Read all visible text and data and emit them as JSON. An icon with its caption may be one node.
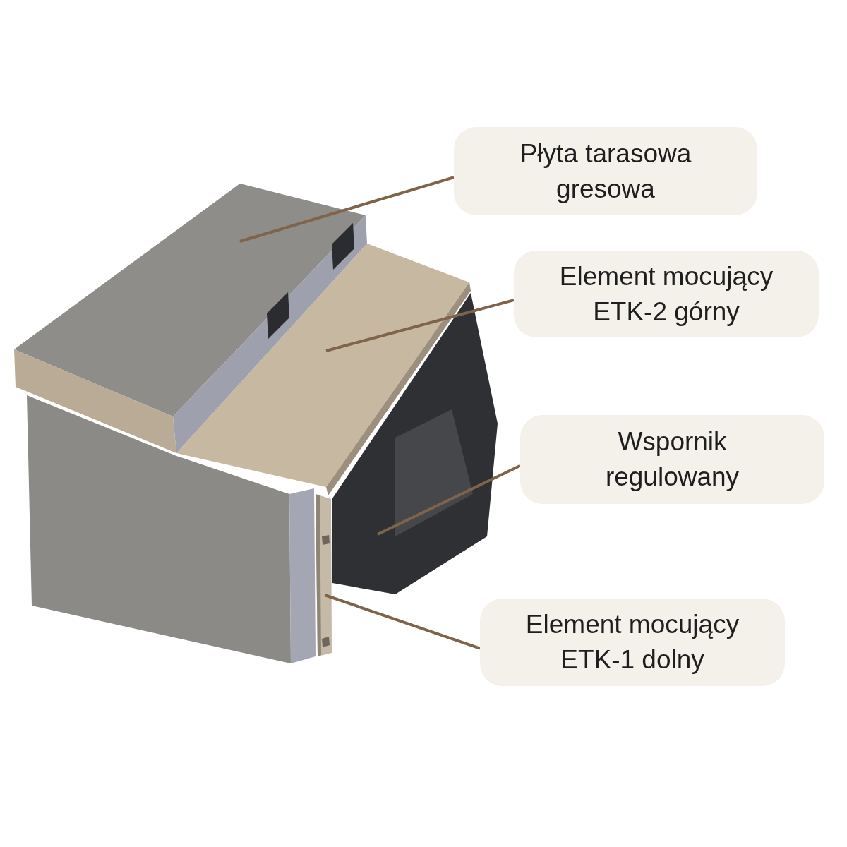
{
  "diagram": {
    "nodes": [
      {
        "text": [
          "Płyta tarasowa gresowa"
        ]
      },
      {
        "text": [
          "Element mocujący ETK-2 górny"
        ]
      },
      {
        "text": [
          "Wspornik regulowany"
        ]
      },
      {
        "text": [
          "Element mocujący ETK-1 dolny"
        ]
      },
      {
        "text": [],
        "shape": "picture"
      },
      {
        "text": [],
        "shape": "picture"
      },
      {
        "text": [],
        "shape": "picture"
      },
      {
        "text": [],
        "shape": "picture"
      }
    ],
    "edges": [
      {
        "from": 0,
        "to": 4,
        "arrow": "none"
      },
      {
        "from": 1,
        "to": 5,
        "arrow": "none"
      },
      {
        "from": 2,
        "to": 6,
        "arrow": "none"
      },
      {
        "from": 3,
        "to": 7,
        "arrow": "none"
      }
    ]
  }
}
